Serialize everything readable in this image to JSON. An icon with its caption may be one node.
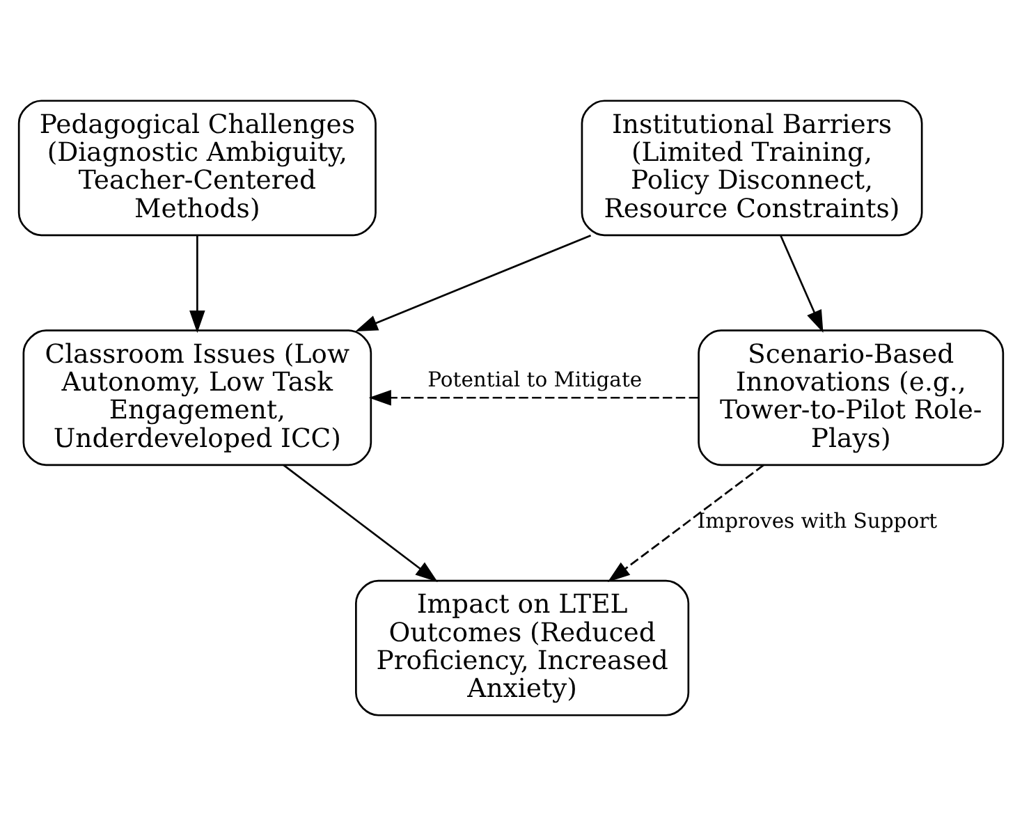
{
  "diagram": {
    "nodes": [
      {
        "text": [
          "Pedagogical Challenges (Diagnostic Ambiguity, Teacher-Centered Methods)"
        ]
      },
      {
        "text": [
          "Institutional Barriers (Limited Training, Policy Disconnect, Resource Constraints)"
        ]
      },
      {
        "text": [
          "Classroom Issues (Low Autonomy, Low Task Engagement, Underdeveloped ICC)"
        ]
      },
      {
        "text": [
          "Scenario-Based Innovations (e.g., Tower-to-Pilot Role-Plays)"
        ]
      },
      {
        "text": [
          "Impact on LTEL Outcomes (Reduced Proficiency, Increased Anxiety)"
        ]
      }
    ],
    "edges": [
      {
        "from": 0,
        "to": 2,
        "arrow": "to"
      },
      {
        "from": 1,
        "to": 2,
        "arrow": "to"
      },
      {
        "from": 1,
        "to": 3,
        "arrow": "to"
      },
      {
        "from": 3,
        "to": 2,
        "arrow": "to",
        "style": "dashed",
        "label": "Potential to Mitigate"
      },
      {
        "from": 2,
        "to": 4,
        "arrow": "to"
      },
      {
        "from": 3,
        "to": 4,
        "arrow": "to",
        "style": "dashed",
        "label": "Improves with Support"
      }
    ]
  }
}
